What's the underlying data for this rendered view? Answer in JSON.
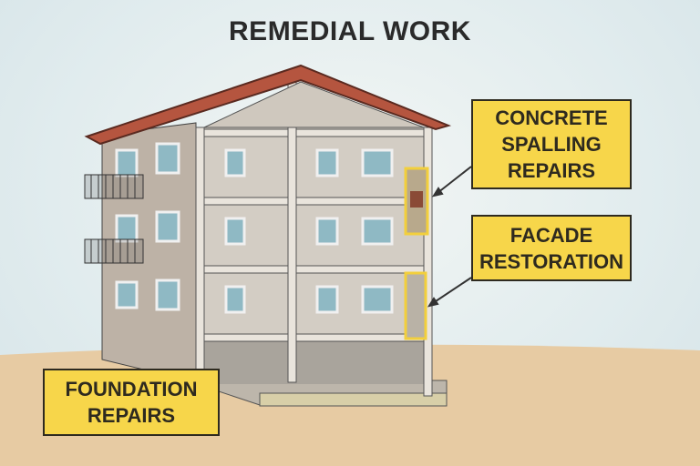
{
  "title": "REMEDIAL WORK",
  "labels": {
    "concrete": [
      "CONCRETE",
      "SPALLING",
      "REPAIRS"
    ],
    "facade": [
      "FACADE",
      "RESTORATION"
    ],
    "foundation": [
      "FOUNDATION",
      "REPAIRS"
    ]
  },
  "colors": {
    "label_bg": "#f7d64a",
    "roof": "#b5553f",
    "wall": "#c9c0b4",
    "ground": "#e6c9a0"
  }
}
